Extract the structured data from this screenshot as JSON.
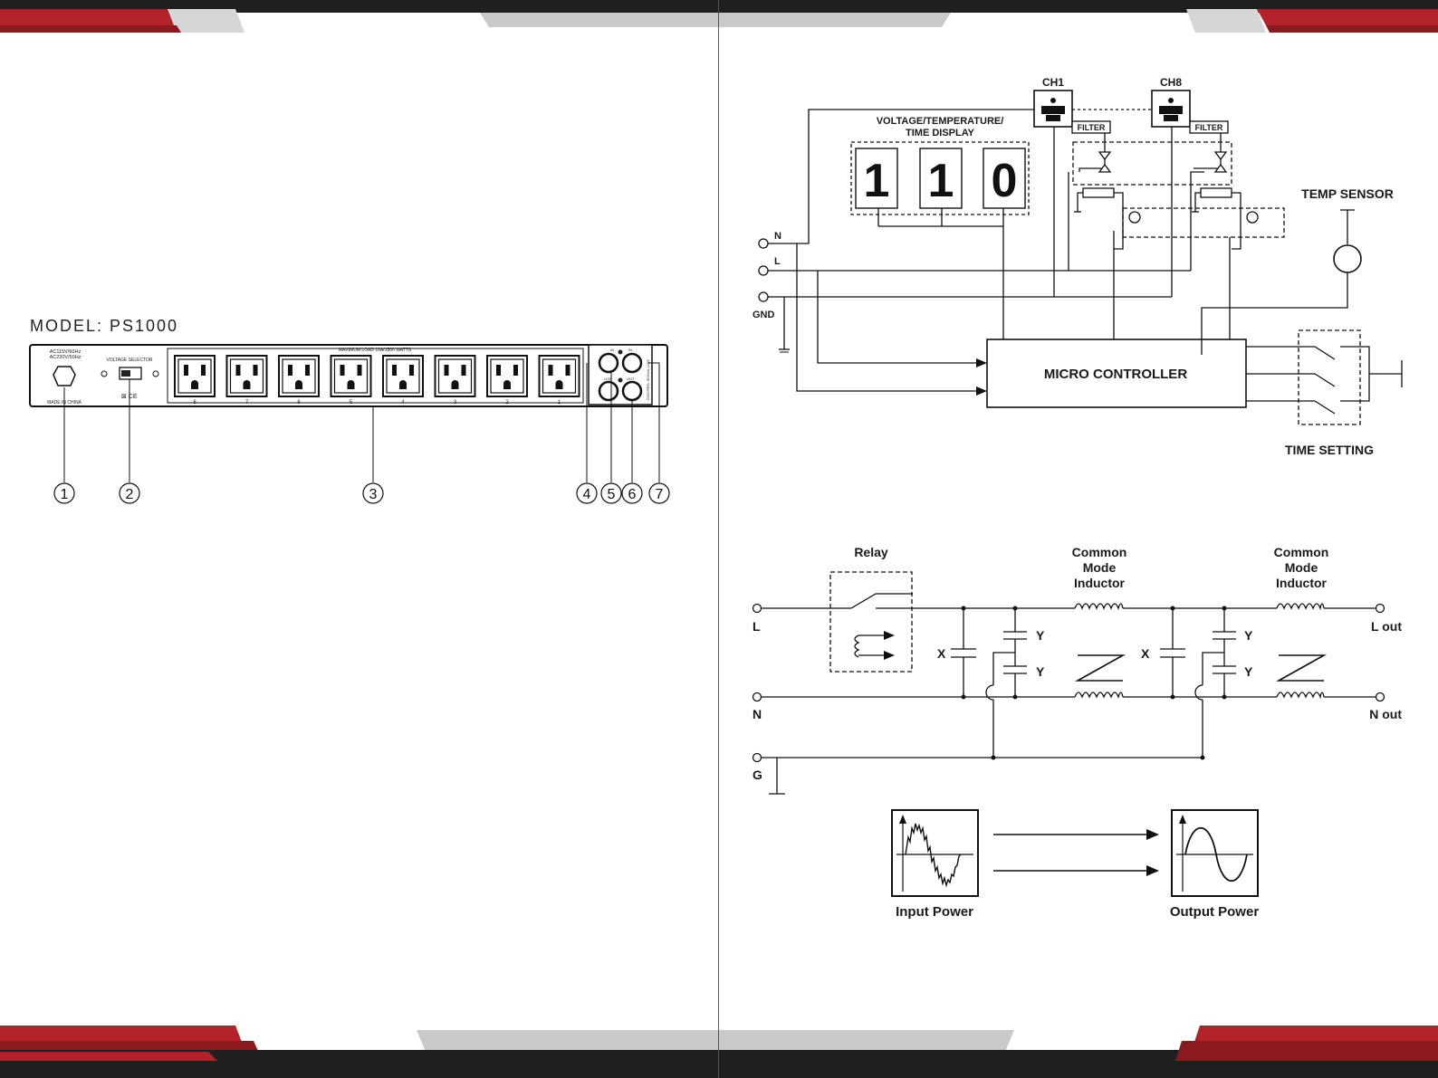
{
  "left_page": {
    "model_title": "MODEL: PS1000",
    "panel": {
      "power_rating": [
        "AC115V/60Hz",
        "AC230V/50Hz"
      ],
      "voltage_selector_label": "VOLTAGE SELECTOR",
      "made_in": "MADE IN CHINA",
      "max_load_label": "MAXIMUM LOAD 10A/1500 WATTS",
      "outlet_numbers": [
        "8",
        "7",
        "6",
        "5",
        "4",
        "3",
        "2",
        "1"
      ],
      "control_labels": {
        "in_top": "IN",
        "in": "IN",
        "led": "LED",
        "out": "OUT",
        "side": "CONTROL SIGNAL LINE"
      }
    },
    "callouts": [
      "1",
      "2",
      "3",
      "4",
      "5",
      "6",
      "7"
    ]
  },
  "block_diagram": {
    "channel_1": "CH1",
    "channel_8": "CH8",
    "filter_label": "FILTER",
    "display_title_line1": "VOLTAGE/TEMPERATURE/",
    "display_title_line2": "TIME DISPLAY",
    "display_digits": [
      "1",
      "1",
      "0"
    ],
    "temp_sensor": "TEMP SENSOR",
    "time_setting": "TIME SETTING",
    "micro_controller": "MICRO CONTROLLER",
    "terminals": {
      "n": "N",
      "l": "L",
      "gnd": "GND"
    }
  },
  "filter_diagram": {
    "relay": "Relay",
    "inductor_1": [
      "Common",
      "Mode",
      "Inductor"
    ],
    "inductor_2": [
      "Common",
      "Mode",
      "Inductor"
    ],
    "x_cap": "X",
    "y_cap": "Y",
    "terminals": {
      "l": "L",
      "n": "N",
      "g": "G",
      "l_out": "L out",
      "n_out": "N out"
    }
  },
  "waveforms": {
    "input": "Input Power",
    "output": "Output Power"
  },
  "colors": {
    "accent_red": "#b22228",
    "band_dark": "#1f1f1f",
    "band_gray": "#c9c9c9"
  }
}
